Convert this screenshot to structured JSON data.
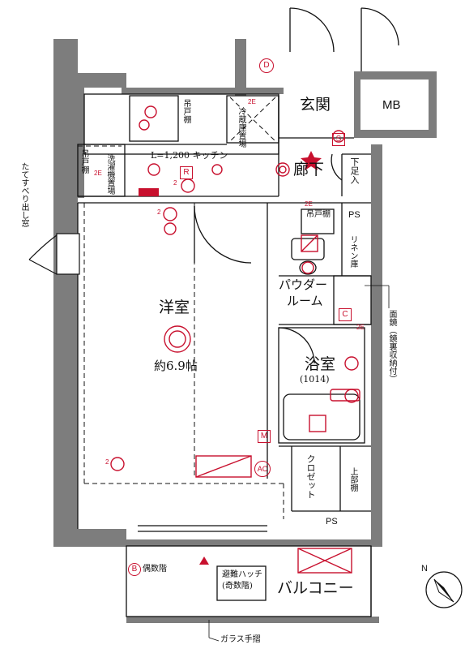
{
  "rooms": {
    "western": "洋室",
    "western_size": "約6.9帖",
    "entrance": "玄関",
    "mb": "MB",
    "corridor": "廊下",
    "kitchen": "L=1,200 キッチン",
    "powder_room": "パウダー\nルーム",
    "powder_room_line1": "パウダー",
    "powder_room_line2": "ルーム",
    "bath": "浴室",
    "bath_size": "(1014)",
    "balcony": "バルコニー",
    "closet": "クロゼット",
    "ps_top": "PS",
    "ps_bottom": "PS"
  },
  "notes": {
    "hanging_shelf_left": "吊戸棚",
    "hanging_shelf_kitchen": "吊戸棚",
    "hanging_shelf_toilet": "吊戸棚",
    "washer": "洗濯機置場",
    "fridge": "冷蔵庫置場",
    "shoe_box": "下足入",
    "linen": "リネン庫",
    "mirror": "面鏡（鏡裏収納付）",
    "upper_shelf": "上部棚",
    "window": "たてすべり出し窓",
    "floor": "偶数階",
    "hatch": "避難ハッチ\n(奇数階)",
    "hatch_line1": "避難ハッチ",
    "hatch_line2": "(奇数階)",
    "glass_rail": "ガラス手摺",
    "north": "N"
  },
  "symbols": {
    "D": "D",
    "R": "R",
    "S": "S",
    "C": "C",
    "M": "M",
    "AC": "AC",
    "B": "B",
    "E2": "2E",
    "two": "2"
  },
  "colors": {
    "wall": "#7d7d7d",
    "line": "#111111",
    "accent": "#c8102e"
  }
}
